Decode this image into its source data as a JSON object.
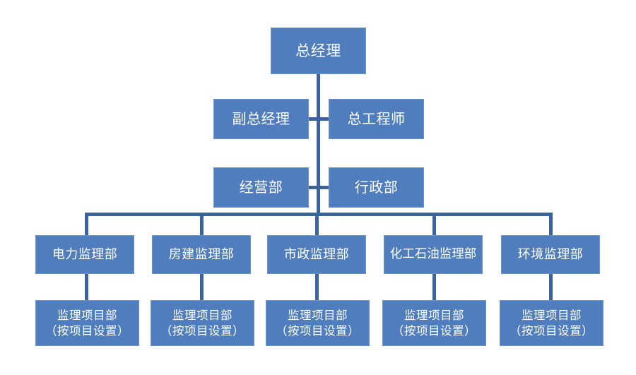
{
  "diagram": {
    "title_node": {
      "label": "总经理"
    },
    "level2": [
      {
        "label": "副总经理"
      },
      {
        "label": "总工程师"
      }
    ],
    "level3": [
      {
        "label": "经营部"
      },
      {
        "label": "行政部"
      }
    ],
    "departments": [
      {
        "label": "电力监理部"
      },
      {
        "label": "房建监理部"
      },
      {
        "label": "市政监理部"
      },
      {
        "label": "化工石油监理部"
      },
      {
        "label": "环境监理部"
      }
    ],
    "projects": [
      {
        "line1": "监理项目部",
        "line2": "（按项目设置）"
      },
      {
        "line1": "监理项目部",
        "line2": "（按项目设置）"
      },
      {
        "line1": "监理项目部",
        "line2": "（按项目设置）"
      },
      {
        "line1": "监理项目部",
        "line2": "（按项目设置）"
      },
      {
        "line1": "监理项目部",
        "line2": "（按项目设置）"
      }
    ],
    "colors": {
      "node_fill": "#4F7DBE",
      "node_border": "#6C94CE",
      "connector": "#3A63A0",
      "text": "#FFFFFF",
      "background": "#FFFFFF"
    }
  }
}
